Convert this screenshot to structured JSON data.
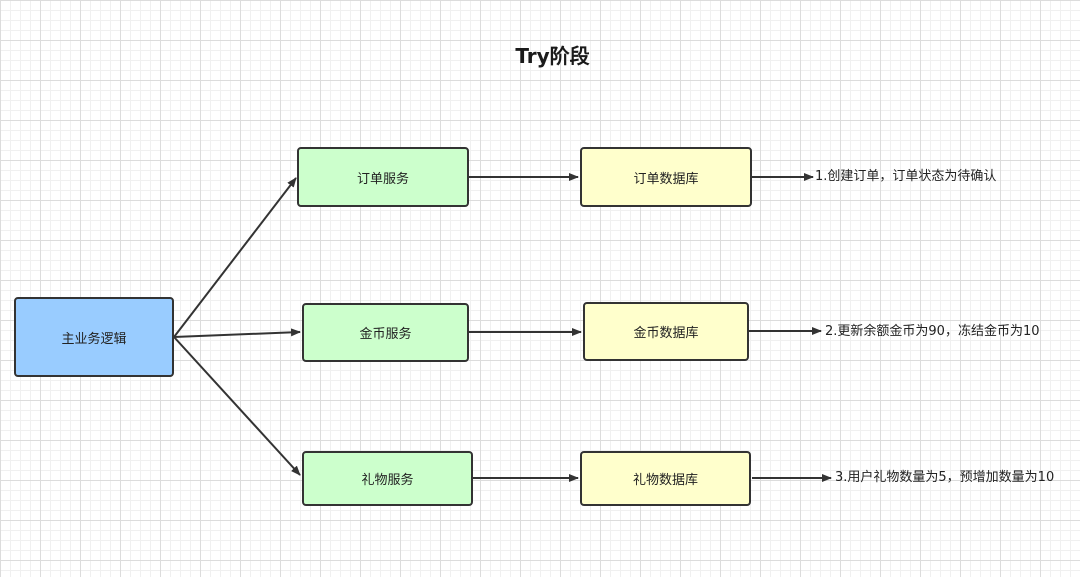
{
  "title": "Try阶段",
  "colors": {
    "main_fill": "#99ccff",
    "service_fill": "#ccffcc",
    "database_fill": "#ffffcc",
    "stroke": "#333333"
  },
  "main_node": {
    "label": "主业务逻辑"
  },
  "rows": [
    {
      "service": "订单服务",
      "database": "订单数据库",
      "note": "1.创建订单，订单状态为待确认"
    },
    {
      "service": "金币服务",
      "database": "金币数据库",
      "note": "2.更新余额金币为90，冻结金币为10"
    },
    {
      "service": "礼物服务",
      "database": "礼物数据库",
      "note": "3.用户礼物数量为5，预增加数量为10"
    }
  ]
}
